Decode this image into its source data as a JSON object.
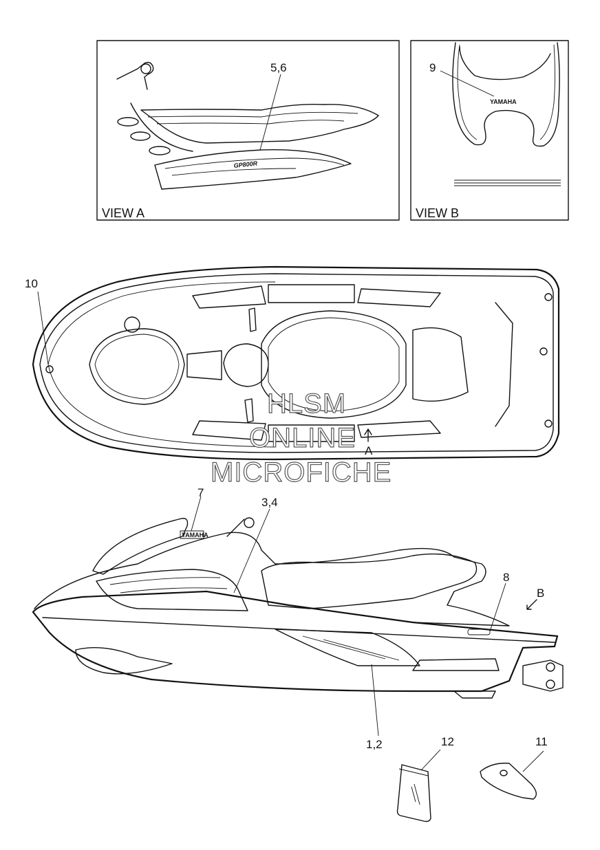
{
  "views": {
    "view_a": {
      "caption": "VIEW A",
      "callout": "5,6"
    },
    "view_b": {
      "caption": "VIEW B",
      "callout": "9",
      "logo_text": "YAMAHA"
    }
  },
  "callouts": {
    "c10": "10",
    "c7": "7",
    "c34": "3,4",
    "c8": "8",
    "cB": "B",
    "c12": "1,2",
    "c12b": "12",
    "c11": "11",
    "cA": "A"
  },
  "decals": {
    "view_a_graphic": "GP800R",
    "side_logo": "YAMAHA"
  },
  "watermark": {
    "line1": "HLSM",
    "line2": "ONLINE",
    "line3": "MICROFICHE"
  }
}
